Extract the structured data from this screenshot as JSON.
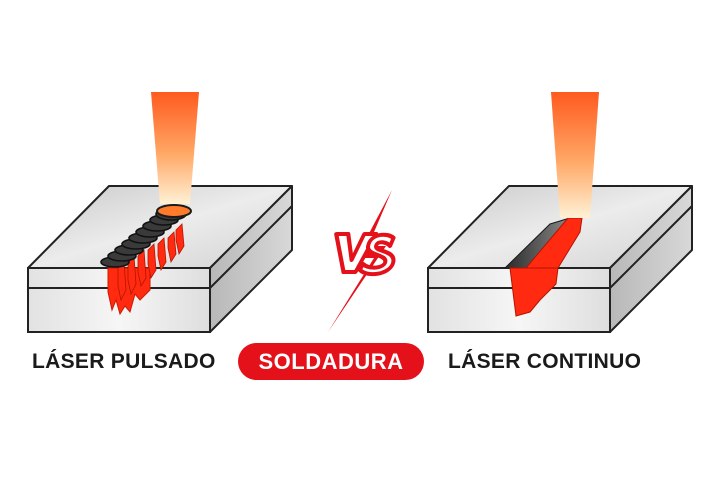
{
  "labels": {
    "left": "LÁSER PULSADO",
    "center": "SOLDADURA",
    "right": "LÁSER CONTINUO"
  },
  "colors": {
    "accent_red": "#e5111a",
    "beam_top": "#ff5a1f",
    "beam_bottom": "#ffe6b0",
    "weld_red": "#ff2a10"
  }
}
